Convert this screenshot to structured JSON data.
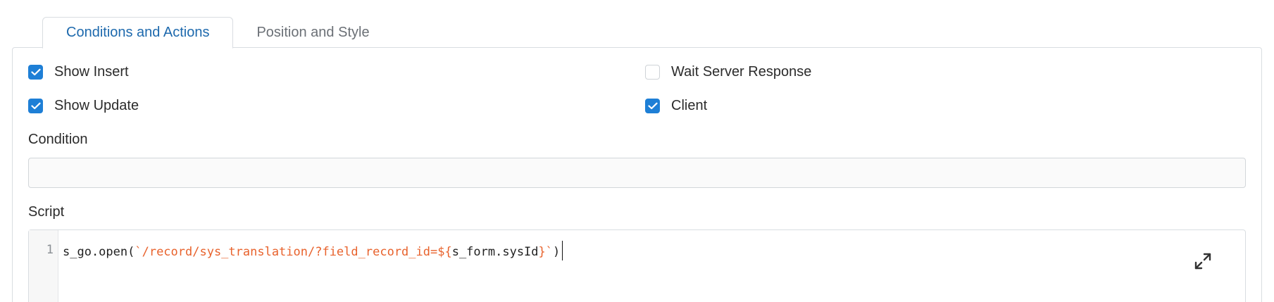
{
  "tabs": [
    {
      "label": "Conditions and Actions",
      "active": true
    },
    {
      "label": "Position and Style",
      "active": false
    }
  ],
  "checkboxes": {
    "show_insert": {
      "label": "Show Insert",
      "checked": true
    },
    "show_update": {
      "label": "Show Update",
      "checked": true
    },
    "wait_server_response": {
      "label": "Wait Server Response",
      "checked": false
    },
    "client": {
      "label": "Client",
      "checked": true
    }
  },
  "condition": {
    "label": "Condition",
    "value": "",
    "placeholder": ""
  },
  "script": {
    "label": "Script",
    "line_number": "1",
    "code_prefix": "s_go.open(",
    "code_string_open": "`/record/sys_translation/?field_record_id=${",
    "code_expr": "s_form.sysId",
    "code_string_close": "}`",
    "code_suffix": ")"
  },
  "icons": {
    "expand": "expand-icon",
    "check": "checkmark-icon"
  },
  "colors": {
    "accent": "#1e7fd6",
    "active_tab_text": "#1d69ad",
    "code_string": "#e8622c"
  }
}
